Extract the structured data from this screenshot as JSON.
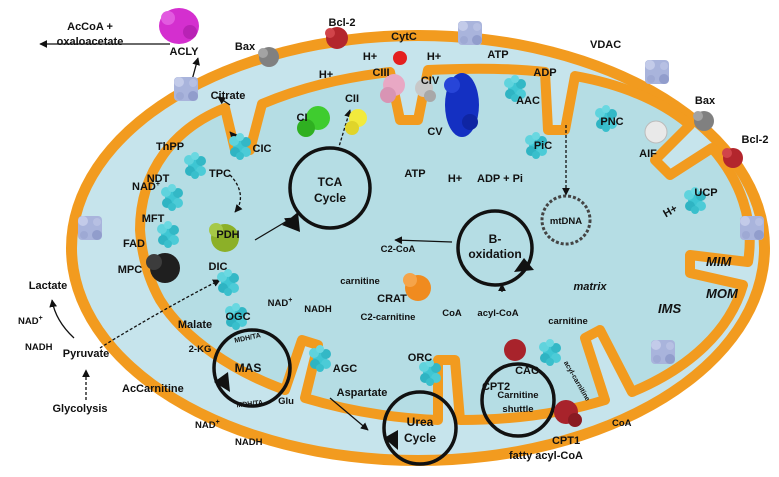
{
  "outside": {
    "acoa": "AcCoA +",
    "oxaloacetate": "oxaloacetate",
    "acly": "ACLY",
    "lactate": "Lactate",
    "nad_left": "NAD",
    "nadh_left": "NADH",
    "pyruvate": "Pyruvate",
    "glycolysis": "Glycolysis",
    "accarnitine": "AcCarnitine",
    "nad_bottom": "NAD",
    "nadh_bottom": "NADH",
    "fatty_acyl_coa": "fatty acyl-CoA",
    "coa_right": "CoA",
    "vdac": "VDAC",
    "bcl2_top": "Bcl-2",
    "bcl2_right": "Bcl-2",
    "bax_top": "Bax",
    "bax_right": "Bax",
    "mom": "MOM",
    "ims": "IMS",
    "mim": "MIM"
  },
  "membrane": {
    "citrate": "Citrate",
    "cic": "CIC",
    "thpp": "ThPP",
    "tpc": "TPC",
    "nad_ndt": "NAD",
    "ndt": "NDT",
    "mft": "MFT",
    "fad": "FAD",
    "mpc": "MPC",
    "dic": "DIC",
    "malate": "Malate",
    "ogc": "OGC",
    "two_kg": "2-KG",
    "mas": "MAS",
    "mdh_ta_top": "MDH/TA",
    "mdh_ta_bottom": "MDH/TA",
    "glu": "Glu",
    "agc": "AGC",
    "aspartate": "Aspartate",
    "orc": "ORC",
    "ci": "CI",
    "cii": "CII",
    "ciii": "CIII",
    "civ": "CIV",
    "cv": "CV",
    "cytc": "CytC",
    "h1": "H+",
    "h2": "H+",
    "h3": "H+",
    "h_cv": "H+",
    "atp_top": "ATP",
    "adp_top": "ADP",
    "aac": "AAC",
    "atp_cv": "ATP",
    "adp_pi": "ADP + Pi",
    "pic": "PiC",
    "pnc": "PNC",
    "aif": "AIF",
    "ucp": "UCP",
    "h_ucp": "H+",
    "cpt2": "CPT2",
    "cac": "CAC",
    "carnitine_cac": "carnitine",
    "acyl_carnitine_small": "acyl-carnitine",
    "cpt1": "CPT1",
    "nadh_ogc": "NADH",
    "nad_ogc": "NAD",
    "plus": "+"
  },
  "matrix": {
    "tca_1": "TCA",
    "tca_2": "Cycle",
    "pdh": "PDH",
    "b_ox_1": "B-",
    "b_ox_2": "oxidation",
    "mtdna": "mtDNA",
    "c2coa": "C2-CoA",
    "carnitine": "carnitine",
    "crat": "CRAT",
    "c2carnitine": "C2-carnitine",
    "coa": "CoA",
    "acyl_coa": "acyl-CoA",
    "matrix_label": "matrix",
    "urea_1": "Urea",
    "urea_2": "Cycle",
    "carn_1": "Carnitine",
    "carn_2": "shuttle"
  },
  "colors": {
    "cyan_protein": "#3ec6d3",
    "outer_membrane": "#f29b1f",
    "matrix_fill": "#b5dde4",
    "ims_fill": "#c6e4ec"
  }
}
